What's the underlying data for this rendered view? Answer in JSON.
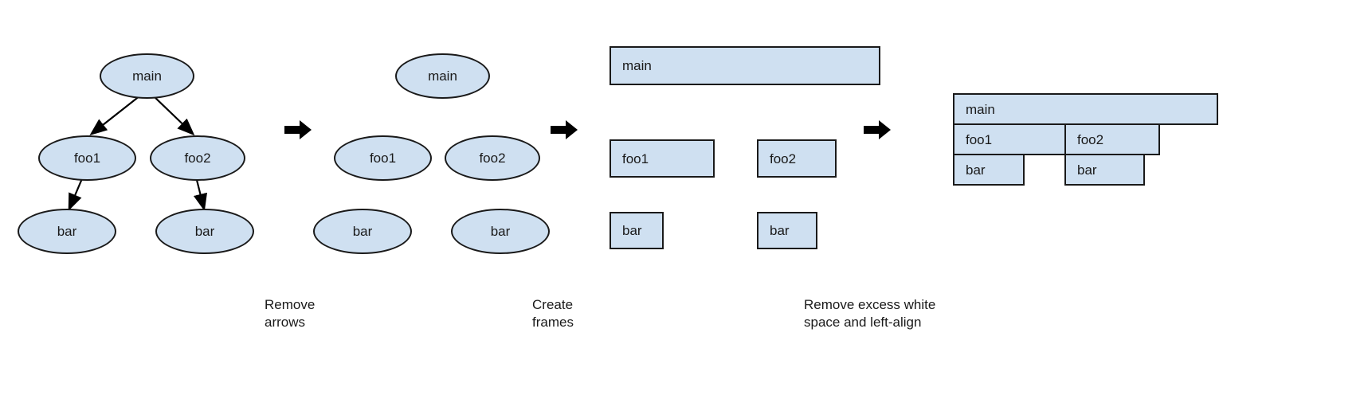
{
  "figure": {
    "background_color": "#ffffff",
    "node_fill_color": "#cfe0f1",
    "node_stroke_color": "#1a1a1a",
    "text_color": "#1a1a1a"
  },
  "labels": {
    "main": "main",
    "foo1": "foo1",
    "foo2": "foo2",
    "bar": "bar"
  },
  "panels": [
    {
      "id": "call-tree",
      "type": "ellipse-tree-with-arrows",
      "nodes": [
        {
          "label": "main",
          "shape": "ellipse"
        },
        {
          "label": "foo1",
          "shape": "ellipse"
        },
        {
          "label": "foo2",
          "shape": "ellipse"
        },
        {
          "label": "bar",
          "shape": "ellipse"
        },
        {
          "label": "bar",
          "shape": "ellipse"
        }
      ],
      "edges": [
        {
          "from": "main",
          "to": "foo1"
        },
        {
          "from": "main",
          "to": "foo2"
        },
        {
          "from": "foo1",
          "to": "bar"
        },
        {
          "from": "foo2",
          "to": "bar"
        }
      ]
    },
    {
      "id": "ellipses-no-arrows",
      "type": "ellipse-tree-no-arrows",
      "nodes": [
        {
          "label": "main",
          "shape": "ellipse"
        },
        {
          "label": "foo1",
          "shape": "ellipse"
        },
        {
          "label": "foo2",
          "shape": "ellipse"
        },
        {
          "label": "bar",
          "shape": "ellipse"
        },
        {
          "label": "bar",
          "shape": "ellipse"
        }
      ]
    },
    {
      "id": "frames",
      "type": "rectangle-frames",
      "nodes": [
        {
          "label": "main",
          "shape": "rect"
        },
        {
          "label": "foo1",
          "shape": "rect"
        },
        {
          "label": "foo2",
          "shape": "rect"
        },
        {
          "label": "bar",
          "shape": "rect"
        },
        {
          "label": "bar",
          "shape": "rect"
        }
      ]
    },
    {
      "id": "flame-graph",
      "type": "stacked-frames",
      "rows": [
        {
          "level": 0,
          "frames": [
            {
              "label": "main"
            }
          ]
        },
        {
          "level": 1,
          "frames": [
            {
              "label": "foo1"
            },
            {
              "label": "foo2"
            }
          ]
        },
        {
          "level": 2,
          "frames": [
            {
              "label": "bar"
            },
            {
              "label": "bar"
            }
          ]
        }
      ]
    }
  ],
  "step_arrows": [
    {
      "name": "arrow-1",
      "after_panel": "call-tree"
    },
    {
      "name": "arrow-2",
      "after_panel": "ellipses-no-arrows"
    },
    {
      "name": "arrow-3",
      "after_panel": "frames"
    }
  ],
  "captions": [
    {
      "id": "caption-remove-arrows",
      "text": "Remove\narrows"
    },
    {
      "id": "caption-create-frames",
      "text": "Create\nframes"
    },
    {
      "id": "caption-remove-whitespace",
      "text": "Remove excess white\nspace and left-align"
    }
  ]
}
